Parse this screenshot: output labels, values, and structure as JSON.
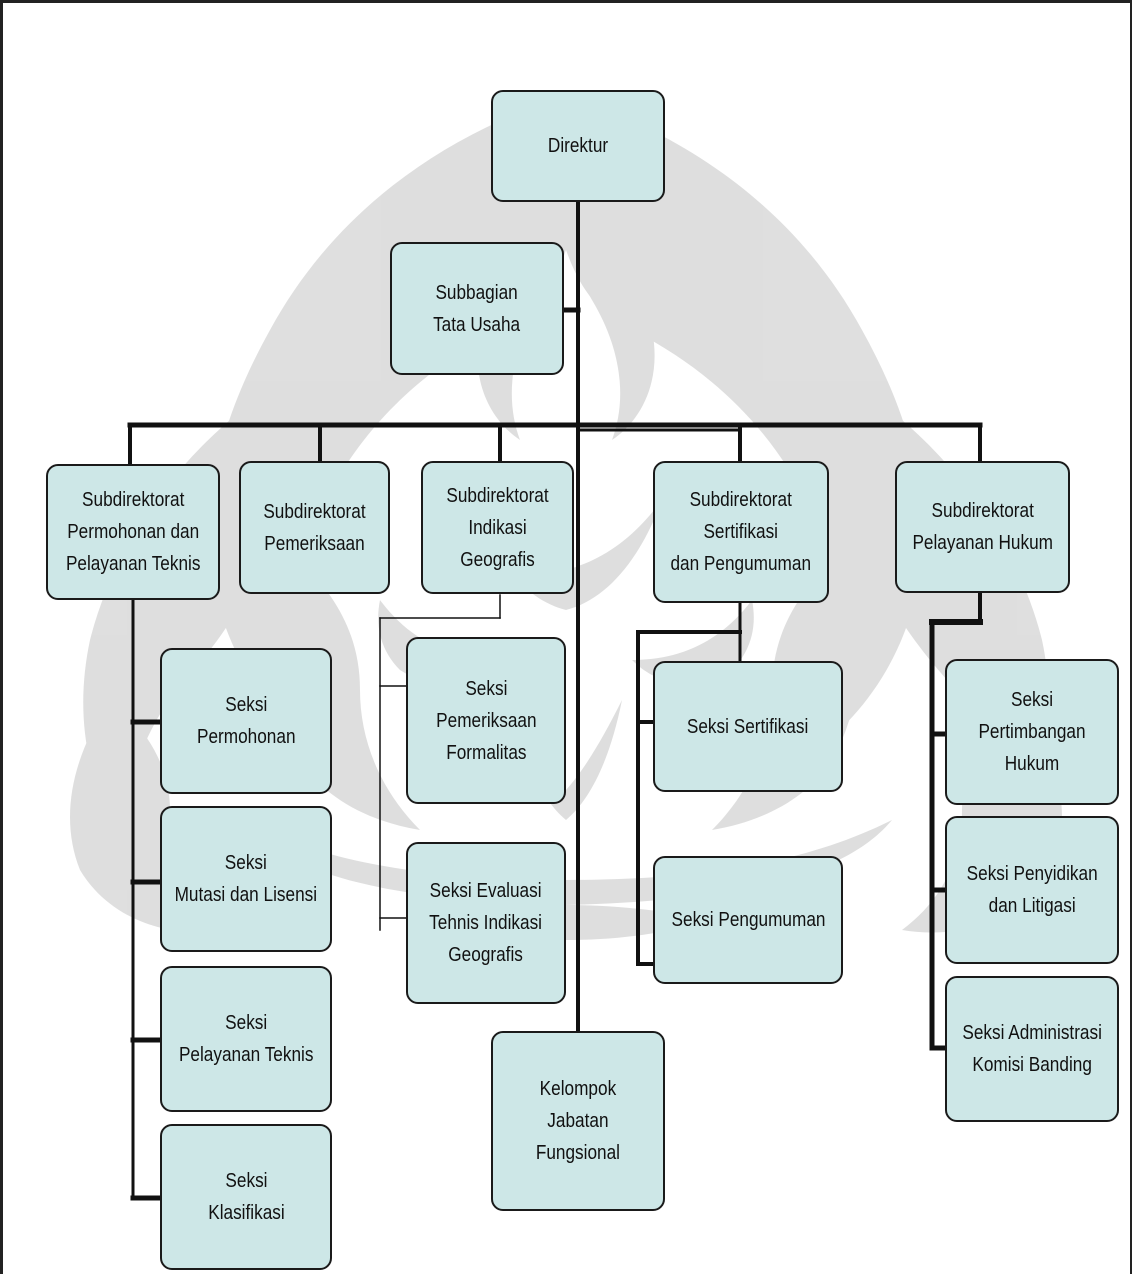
{
  "diagram": {
    "boxes": {
      "direktur": "Direktur",
      "tata_usaha": "Subbagian\nTata Usaha",
      "sd_permohonan": "Subdirektorat\nPermohonan  dan\nPelayanan Teknis",
      "sd_pemeriksaan": "Subdirektorat\nPemeriksaan",
      "sd_indikasi": "Subdirektorat\nIndikasi Geografis",
      "sd_sertifikasi": "Subdirektorat\nSertifikasi\ndan Pengumuman",
      "sd_hukum": "Subdirektorat\nPelayanan Hukum",
      "seksi_permohonan": "Seksi\nPermohonan",
      "seksi_mutasi": "Seksi\nMutasi dan Lisensi",
      "seksi_pelayanan": "Seksi\nPelayanan Teknis",
      "seksi_klasifikasi": "Seksi\nKlasifikasi",
      "seksi_formalitas": "Seksi\nPemeriksaan\nFormalitas",
      "seksi_evaluasi": "Seksi Evaluasi\nTehnis Indikasi\nGeografis",
      "kelompok": "Kelompok\nJabatan\nFungsional",
      "seksi_sertifikasi": "Seksi Sertifikasi",
      "seksi_pengumuman": "Seksi Pengumuman",
      "seksi_pertimbangan": "Seksi Pertimbangan\nHukum",
      "seksi_penyidikan": "Seksi Penyidikan\ndan Litigasi",
      "seksi_administrasi": "Seksi Administrasi\nKomisi Banding"
    },
    "colors": {
      "box_fill": "#cde7e7",
      "box_border": "#1a1a1a",
      "connector": "#111111",
      "watermark": "#8c8c8c"
    }
  }
}
